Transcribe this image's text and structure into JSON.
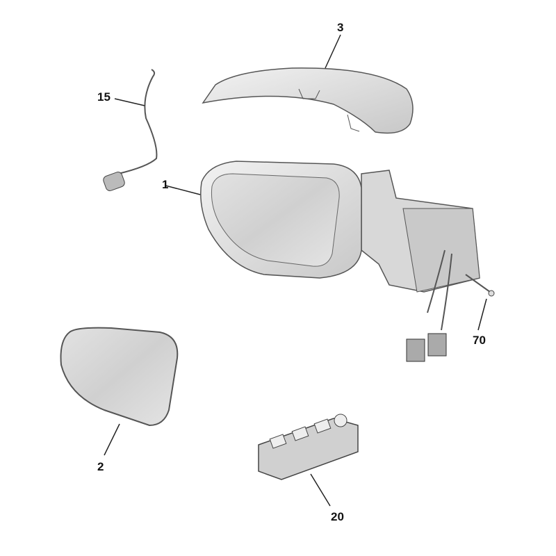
{
  "callouts": {
    "mirror_assembly": "1",
    "mirror_glass": "2",
    "mirror_cover": "3",
    "indicator_wire": "15",
    "switch_unit": "20",
    "screw": "70"
  },
  "colors": {
    "part_fill": "#e6e6e6",
    "part_stroke": "#555555",
    "glass": "#d4d4d4"
  }
}
